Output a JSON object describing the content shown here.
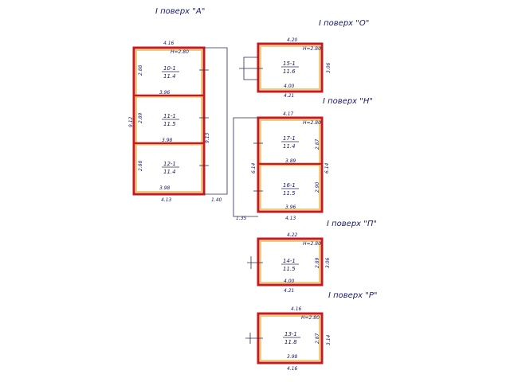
{
  "titles": {
    "A": "I  поверх \"А\"",
    "O": "I поверх \"О\"",
    "H": "I  поверх \"Н\"",
    "P": "I  поверх \"П\"",
    "R": "I  поверх \"Р\""
  },
  "blockA": {
    "top": "4.16",
    "height": "H=2.80",
    "left_outer": "9.12",
    "right_outer": "9.13",
    "room1": {
      "num": "10-1",
      "area": "11.4",
      "left": "2.88",
      "bottom": "3.96"
    },
    "room2": {
      "num": "11-1",
      "area": "11.5",
      "left": "2.89",
      "bottom": "3.98"
    },
    "room3": {
      "num": "12-1",
      "area": "11.4",
      "left": "2.88",
      "bottom": "3.98"
    },
    "outer_bottom": "4.13",
    "offset": "1.40"
  },
  "blockO": {
    "top": "4.20",
    "height": "H=2.80",
    "num": "15-1",
    "area": "11.6",
    "right": "3.06",
    "inner_bottom": "4.00",
    "outer_bottom": "4.21"
  },
  "blockH": {
    "top": "4.17",
    "height": "H=2.80",
    "room1": {
      "num": "17-1",
      "area": "11.4",
      "right": "2.87",
      "bottom": "3.89"
    },
    "room2": {
      "num": "16-1",
      "area": "11.5",
      "right": "2.90",
      "bottom": "3.96"
    },
    "left_outer": "6.14",
    "right_outer": "6.14",
    "outer_bottom": "4.13",
    "offset": "1.35"
  },
  "blockP": {
    "top": "4.22",
    "height": "H=2.80",
    "num": "14-1",
    "area": "11.5",
    "right_inner": "2.89",
    "right_outer": "3.06",
    "inner_bottom": "4.00",
    "outer_bottom": "4.21"
  },
  "blockR": {
    "top": "4.16",
    "height": "H=2.80",
    "num": "13-1",
    "area": "11.8",
    "right_inner": "2.87",
    "right_outer": "3.14",
    "inner_bottom": "3.98",
    "outer_bottom": "4.16"
  }
}
